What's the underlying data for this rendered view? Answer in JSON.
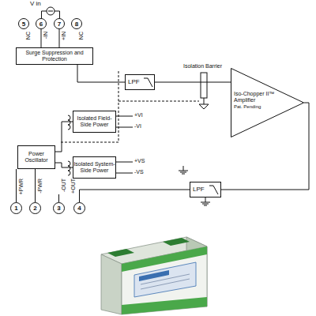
{
  "diagram": {
    "nodes": [
      {
        "text": [
          "5"
        ]
      },
      {
        "text": [
          "6"
        ]
      },
      {
        "text": [
          "7"
        ]
      },
      {
        "text": [
          "8"
        ]
      },
      {
        "text": [
          "Surge Suppression and Protection"
        ]
      },
      {
        "text": [
          "LPF"
        ]
      },
      {
        "text": [
          "Iso-Chopper II™ Amplifier",
          "Pat. Pending"
        ]
      },
      {
        "text": [
          "Isolated Field-Side Power"
        ]
      },
      {
        "text": [
          "Power Oscillator"
        ]
      },
      {
        "text": [
          "Isolated System-Side Power"
        ]
      },
      {
        "text": [
          "LPF"
        ]
      },
      {
        "text": [
          "1"
        ]
      },
      {
        "text": [
          "2"
        ]
      },
      {
        "text": [
          "3"
        ]
      },
      {
        "text": [
          "4"
        ]
      }
    ],
    "edges": [
      {
        "from": 1,
        "to": 4,
        "arrow": "none"
      },
      {
        "from": 2,
        "to": 4,
        "arrow": "none"
      },
      {
        "from": 4,
        "to": 5,
        "arrow": "none"
      },
      {
        "from": 5,
        "to": 6,
        "arrow": "none"
      },
      {
        "from": 6,
        "to": 10,
        "arrow": "none"
      },
      {
        "from": 10,
        "to": 14,
        "arrow": "none"
      },
      {
        "from": 11,
        "to": 8,
        "arrow": "none"
      },
      {
        "from": 12,
        "to": 8,
        "arrow": "none"
      },
      {
        "from": 8,
        "to": 7,
        "arrow": "none"
      },
      {
        "from": 8,
        "to": 9,
        "arrow": "none"
      }
    ],
    "labels": [
      "V in",
      "NC",
      "-IN",
      "+IN",
      "NC",
      "Isolation Barrier",
      "+VI",
      "-VI",
      "+VS",
      "-VS",
      "+PWR",
      "-PWR",
      "-OUT",
      "+OUT"
    ]
  }
}
